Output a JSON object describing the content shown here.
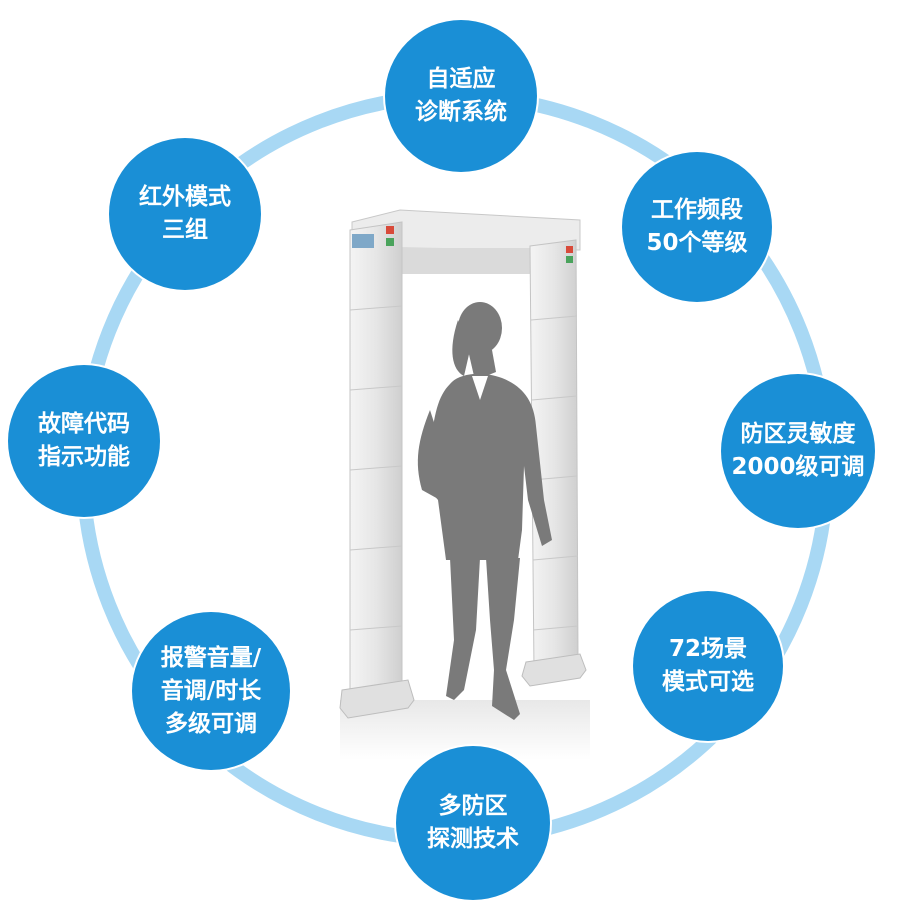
{
  "colors": {
    "circle_fill": "#1a8fd6",
    "ring_color": "#a8d8f4",
    "gate_body": "#e2e2e2",
    "silhouette": "#7a7a7a"
  },
  "features": [
    {
      "id": "adaptive-diagnosis",
      "lines": [
        "自适应",
        "诊断系统"
      ]
    },
    {
      "id": "frequency-levels",
      "lines": [
        "工作频段",
        "50个等级"
      ]
    },
    {
      "id": "zone-sensitivity",
      "lines": [
        "防区灵敏度",
        "2000级可调"
      ]
    },
    {
      "id": "scene-modes",
      "lines": [
        "72场景",
        "模式可选"
      ]
    },
    {
      "id": "multi-zone",
      "lines": [
        "多防区",
        "探测技术"
      ]
    },
    {
      "id": "alarm-volume",
      "lines": [
        "报警音量/",
        "音调/时长",
        "多级可调"
      ]
    },
    {
      "id": "fault-code",
      "lines": [
        "故障代码",
        "指示功能"
      ]
    },
    {
      "id": "infrared-modes",
      "lines": [
        "红外模式",
        "三组"
      ]
    }
  ]
}
